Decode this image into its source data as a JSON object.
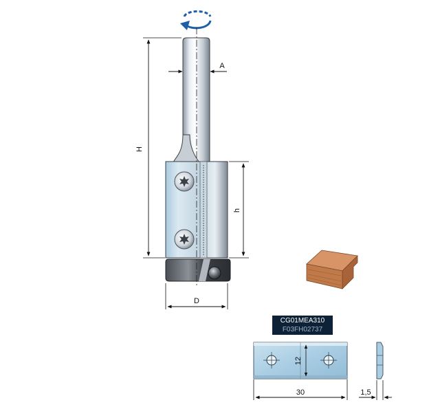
{
  "labels": {
    "height": "H",
    "shank_diameter": "A",
    "cutting_height": "h",
    "cutting_diameter": "D"
  },
  "insert": {
    "code_primary": "CG01MEA310",
    "code_secondary": "F03FH02737",
    "length": "30",
    "width": "12",
    "thickness": "1,5"
  },
  "icons": {
    "rotation": "rotation-arrow-icon",
    "screw": "torx-screw-icon"
  },
  "colors": {
    "steel_light": "#e6ebf0",
    "steel_dark": "#7d8792",
    "insert_blue": "#a9cde3",
    "rotation_arrow": "#1f5fa8",
    "wood": "#c07a4a",
    "code_box": "#0d2236"
  }
}
